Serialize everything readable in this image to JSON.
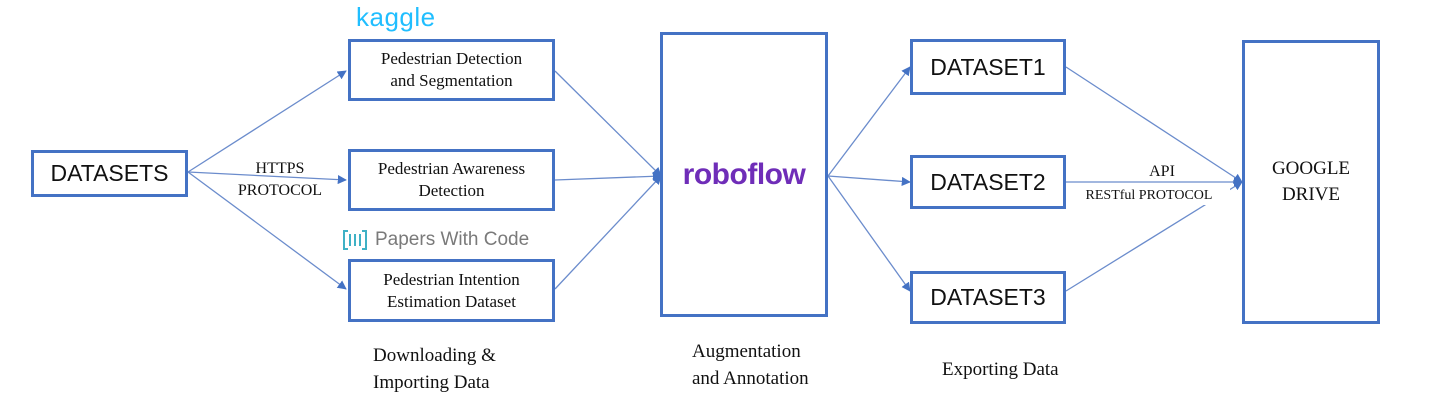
{
  "colors": {
    "box_border": "#4472c4",
    "arrow": "#5b7fc7",
    "kaggle": "#20beff",
    "roboflow": "#6f2db8",
    "pwc": "#7a7a7a"
  },
  "nodes": {
    "datasets": "DATASETS",
    "source1": "Pedestrian Detection\nand Segmentation",
    "source2": "Pedestrian Awareness\nDetection",
    "source3": "Pedestrian Intention\nEstimation Dataset",
    "roboflow": "roboflow",
    "dataset1": "DATASET1",
    "dataset2": "DATASET2",
    "dataset3": "DATASET3",
    "google_drive": "GOOGLE\nDRIVE"
  },
  "logos": {
    "kaggle": "kaggle",
    "papers_with_code": "Papers With Code",
    "papers_with_code_icon": "pwc-bars-icon"
  },
  "edge_labels": {
    "https": "HTTPS\nPROTOCOL",
    "api": "API",
    "restful": "RESTful PROTOCOL"
  },
  "captions": {
    "downloading": "Downloading &\nImporting Data",
    "augmentation": "Augmentation\nand Annotation",
    "exporting": "Exporting Data"
  }
}
